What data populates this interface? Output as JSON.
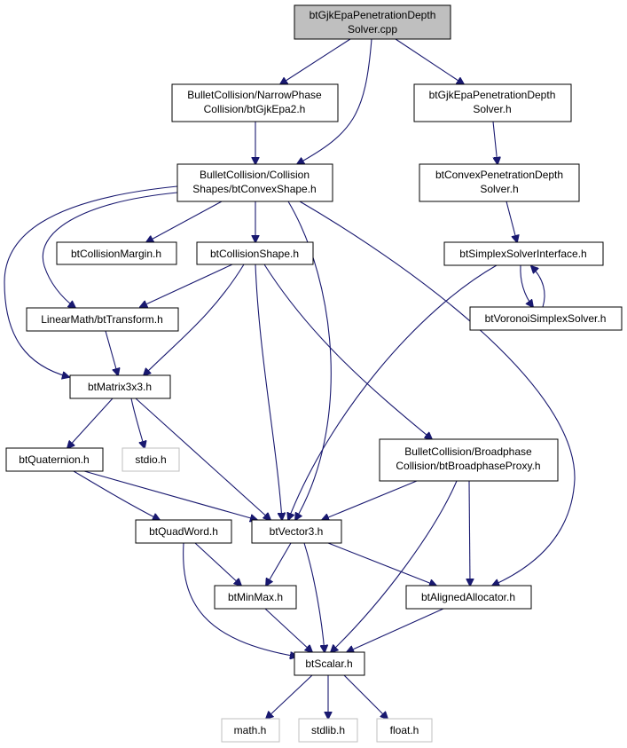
{
  "nodes": {
    "root": [
      "btGjkEpaPenetrationDepth",
      "Solver.cpp"
    ],
    "gjkepa2": [
      "BulletCollision/NarrowPhase",
      "Collision/btGjkEpa2.h"
    ],
    "gjksolverh": [
      "btGjkEpaPenetrationDepth",
      "Solver.h"
    ],
    "convexshape": [
      "BulletCollision/Collision",
      "Shapes/btConvexShape.h"
    ],
    "convexpen": [
      "btConvexPenetrationDepth",
      "Solver.h"
    ],
    "margin": [
      "btCollisionMargin.h"
    ],
    "colshape": [
      "btCollisionShape.h"
    ],
    "simplexiface": [
      "btSimplexSolverInterface.h"
    ],
    "transform": [
      "LinearMath/btTransform.h"
    ],
    "voronoi": [
      "btVoronoiSimplexSolver.h"
    ],
    "matrix": [
      "btMatrix3x3.h"
    ],
    "quaternion": [
      "btQuaternion.h"
    ],
    "stdio": [
      "stdio.h"
    ],
    "bproxy": [
      "BulletCollision/Broadphase",
      "Collision/btBroadphaseProxy.h"
    ],
    "quadword": [
      "btQuadWord.h"
    ],
    "vector3": [
      "btVector3.h"
    ],
    "minmax": [
      "btMinMax.h"
    ],
    "aligned": [
      "btAlignedAllocator.h"
    ],
    "scalar": [
      "btScalar.h"
    ],
    "math": [
      "math.h"
    ],
    "stdlib": [
      "stdlib.h"
    ],
    "float": [
      "float.h"
    ]
  },
  "system_headers": [
    "stdio",
    "math",
    "stdlib",
    "float"
  ],
  "edges": [
    [
      "root",
      "gjkepa2"
    ],
    [
      "root",
      "convexshape"
    ],
    [
      "root",
      "gjksolverh"
    ],
    [
      "gjkepa2",
      "convexshape"
    ],
    [
      "gjksolverh",
      "convexpen"
    ],
    [
      "convexpen",
      "simplexiface"
    ],
    [
      "simplexiface",
      "voronoi"
    ],
    [
      "voronoi",
      "simplexiface"
    ],
    [
      "simplexiface",
      "vector3"
    ],
    [
      "convexshape",
      "margin"
    ],
    [
      "convexshape",
      "colshape"
    ],
    [
      "convexshape",
      "transform"
    ],
    [
      "convexshape",
      "matrix"
    ],
    [
      "convexshape",
      "vector3"
    ],
    [
      "convexshape",
      "aligned"
    ],
    [
      "colshape",
      "transform"
    ],
    [
      "colshape",
      "matrix"
    ],
    [
      "colshape",
      "vector3"
    ],
    [
      "colshape",
      "bproxy"
    ],
    [
      "transform",
      "matrix"
    ],
    [
      "matrix",
      "quaternion"
    ],
    [
      "matrix",
      "stdio"
    ],
    [
      "matrix",
      "vector3"
    ],
    [
      "quaternion",
      "quadword"
    ],
    [
      "quaternion",
      "vector3"
    ],
    [
      "bproxy",
      "vector3"
    ],
    [
      "bproxy",
      "aligned"
    ],
    [
      "bproxy",
      "scalar"
    ],
    [
      "quadword",
      "minmax"
    ],
    [
      "quadword",
      "scalar"
    ],
    [
      "vector3",
      "minmax"
    ],
    [
      "vector3",
      "aligned"
    ],
    [
      "vector3",
      "scalar"
    ],
    [
      "minmax",
      "scalar"
    ],
    [
      "aligned",
      "scalar"
    ],
    [
      "scalar",
      "math"
    ],
    [
      "scalar",
      "stdlib"
    ],
    [
      "scalar",
      "float"
    ]
  ]
}
